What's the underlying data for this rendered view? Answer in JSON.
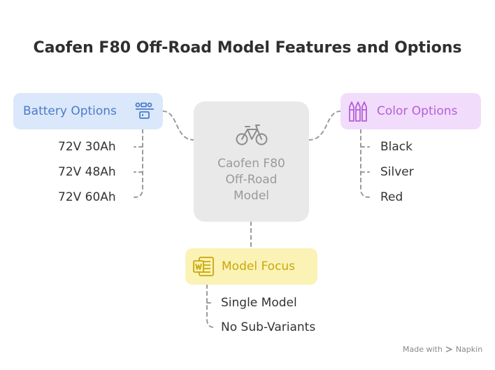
{
  "title": "Caofen F80 Off-Road Model Features and Options",
  "center": {
    "lines": [
      "Caofen F80",
      "Off-Road",
      "Model"
    ],
    "icon": "bicycle-icon"
  },
  "battery": {
    "label": "Battery Options",
    "icon": "battery-options-icon",
    "items": [
      "72V 30Ah",
      "72V 48Ah",
      "72V 60Ah"
    ],
    "color": "#dbe8fb"
  },
  "color_options": {
    "label": "Color Options",
    "icon": "crayons-icon",
    "items": [
      "Black",
      "Silver",
      "Red"
    ],
    "color": "#f2dcfb"
  },
  "focus": {
    "label": "Model Focus",
    "icon": "document-icon",
    "items": [
      "Single Model",
      "No Sub-Variants"
    ],
    "color": "#fbf2b6"
  },
  "footer": {
    "made_with": "Made with",
    "brand": "Napkin"
  }
}
